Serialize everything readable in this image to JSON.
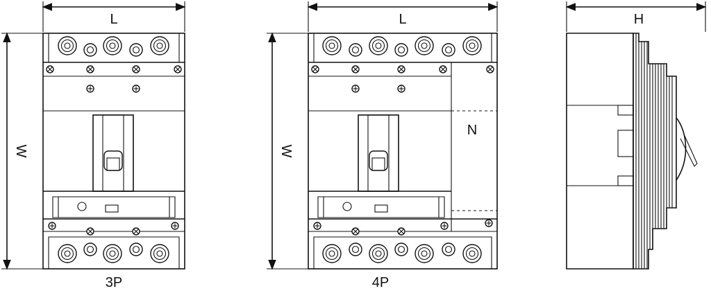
{
  "labels": {
    "length": "L",
    "width": "W",
    "height": "H",
    "neutral": "N",
    "three_pole": "3P",
    "four_pole": "4P"
  },
  "colors": {
    "line": "#111111",
    "background": "#ffffff"
  }
}
